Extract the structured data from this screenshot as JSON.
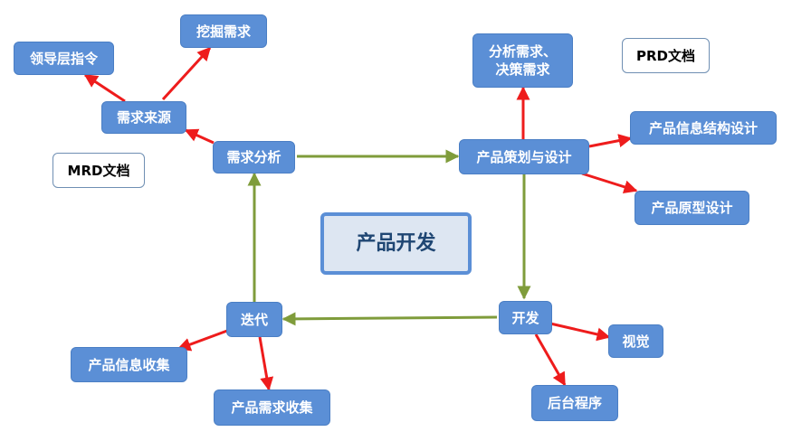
{
  "nodes": {
    "center": "产品开发",
    "demand_analysis": "需求分析",
    "demand_source": "需求来源",
    "leader_order": "领导层指令",
    "dig_demand": "挖掘需求",
    "mrd": "MRD文档",
    "product_design": "产品策划与设计",
    "analysis_decision": "分析需求、\n决策需求",
    "prd": "PRD文档",
    "info_arch": "产品信息结构设计",
    "prototype": "产品原型设计",
    "develop": "开发",
    "visual": "视觉",
    "backend": "后台程序",
    "iterate": "迭代",
    "info_collect": "产品信息收集",
    "demand_collect": "产品需求收集"
  },
  "colors": {
    "node_fill": "#5b8fd6",
    "flow_arrow": "#7f9c3b",
    "branch_arrow": "#ee1c1c",
    "center_fill": "#dde6f2"
  }
}
